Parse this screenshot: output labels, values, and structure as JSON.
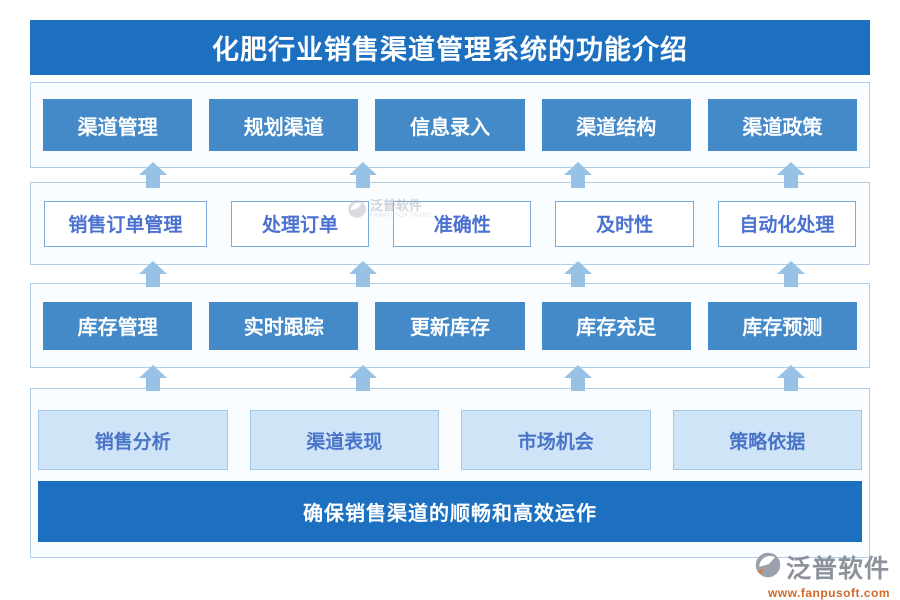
{
  "title": "化肥行业销售渠道管理系统的功能介绍",
  "diagram": {
    "rows": [
      {
        "name": "channel-management",
        "items": [
          "渠道管理",
          "规划渠道",
          "信息录入",
          "渠道结构",
          "渠道政策"
        ]
      },
      {
        "name": "sales-order",
        "items": [
          "销售订单管理",
          "处理订单",
          "准确性",
          "及时性",
          "自动化处理"
        ]
      },
      {
        "name": "inventory",
        "items": [
          "库存管理",
          "实时跟踪",
          "更新库存",
          "库存充足",
          "库存预测"
        ]
      },
      {
        "name": "sales-analysis",
        "items": [
          "销售分析",
          "渠道表现",
          "市场机会",
          "策略依据"
        ]
      }
    ],
    "footer": "确保销售渠道的顺畅和高效运作"
  },
  "watermark": {
    "brand": "泛普软件",
    "brand_sub": "FANPU SOFTWARE"
  },
  "logo": {
    "brand": "泛普软件",
    "url": "www.fanpusoft.com"
  },
  "colors": {
    "title_bar": "#1d70c0",
    "solid_button": "#4489c8",
    "outline_button_border": "#79aad9",
    "blue_text": "#4a71d0",
    "tint_button_bg": "#cfe4f7",
    "section_border": "#aecfeb",
    "arrow": "#97c2e6",
    "footer_bar": "#1d70c0",
    "logo_gray": "#8b929c",
    "url_orange": "#cf6a2a"
  }
}
